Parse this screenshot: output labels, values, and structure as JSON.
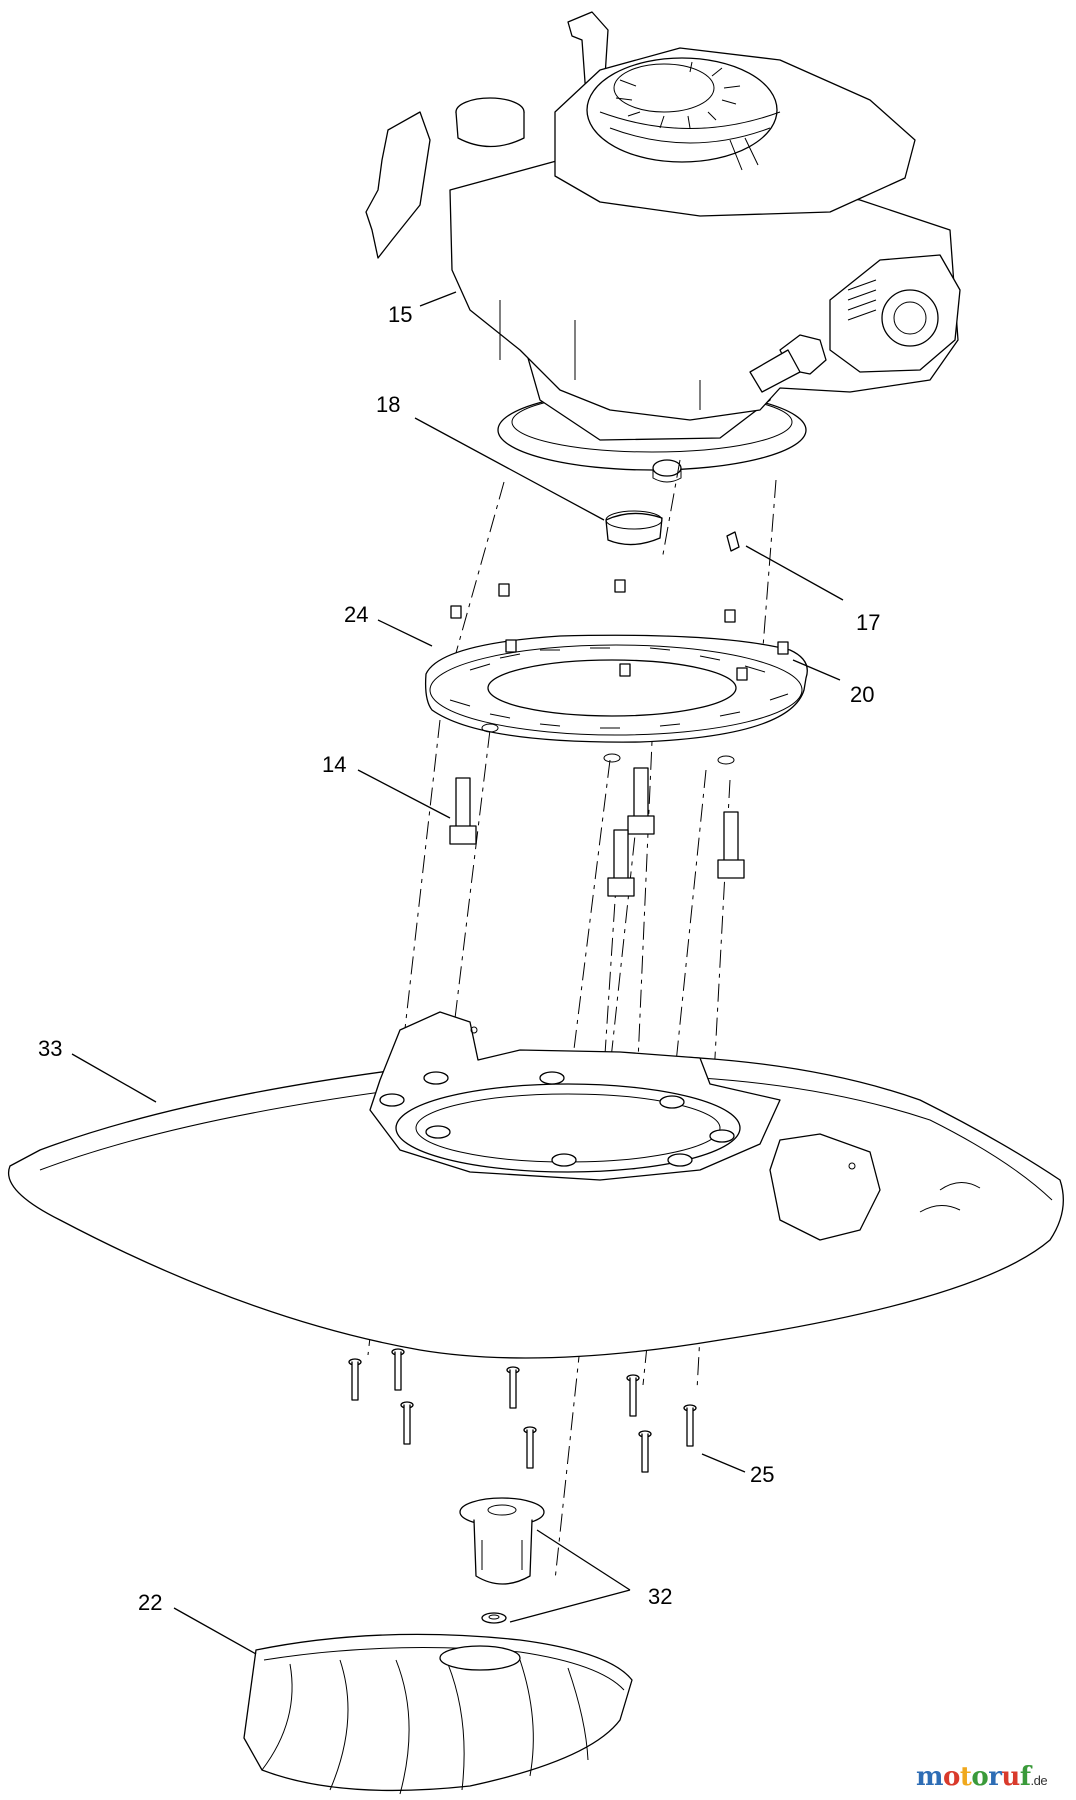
{
  "callouts": {
    "c15": "15",
    "c18": "18",
    "c17": "17",
    "c24": "24",
    "c20": "20",
    "c14": "14",
    "c33": "33",
    "c25": "25",
    "c32": "32",
    "c22": "22"
  },
  "watermark": {
    "letters": [
      "m",
      "o",
      "t",
      "o",
      "r",
      "u",
      "f"
    ],
    "letter_colors": [
      "#2e6db5",
      "#d93a2b",
      "#f0a81c",
      "#3a9a3a",
      "#2e6db5",
      "#d93a2b",
      "#3a9a3a"
    ],
    "tld": ".de"
  }
}
